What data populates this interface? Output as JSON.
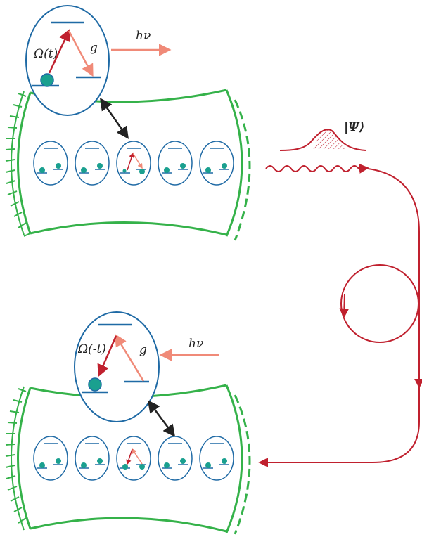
{
  "labels": {
    "rabi_top": "Ω(t)",
    "coupling_top": "g",
    "photon_top": "hν",
    "state": "|Ψ⟩",
    "rabi_bottom": "Ω(-t)",
    "coupling_bottom": "g",
    "photon_bottom": "hν"
  },
  "colors": {
    "cavity": "#35b24a",
    "atom_outline": "#1f6aa5",
    "atom_fill": "#1aa08f",
    "drive_arrow": "#c0202e",
    "emission_arrow": "#f08a78",
    "coupling_arrow": "#222222",
    "photon_path": "#c0202e"
  }
}
